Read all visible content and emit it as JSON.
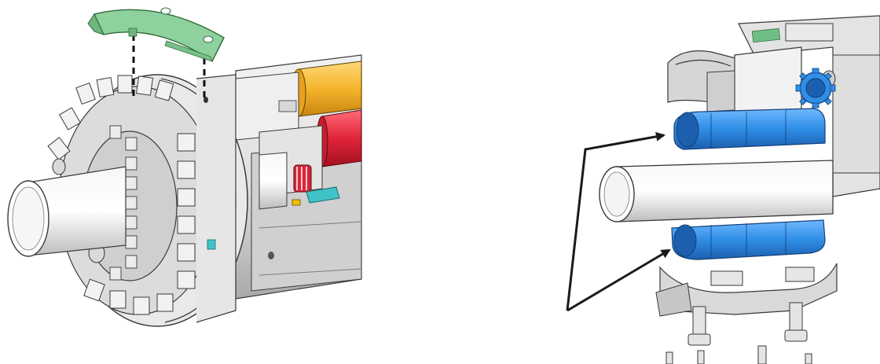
{
  "figure": {
    "panels": [
      {
        "id": "left",
        "parts": [
          "green-bearing-cap",
          "gear-ring",
          "main-shaft",
          "motor-housing",
          "yellow-cylinder",
          "red-cylinder",
          "red-small-gear",
          "teal-bracket",
          "dashed-guide-lines"
        ]
      },
      {
        "id": "right",
        "parts": [
          "upper-blue-bushing",
          "lower-blue-bushing",
          "shaft",
          "pillow-block-base",
          "upper-clamp-bracket",
          "blue-sprocket",
          "mounting-bolts",
          "green-coupler",
          "callout-arrows"
        ]
      }
    ],
    "colors": {
      "green_cap": "#8fd19e",
      "blue_bushing": "#2f8ee6",
      "yellow": "#f4b52a",
      "red": "#e0243a",
      "teal": "#3fc2c8",
      "metal_light": "#e6e6e6",
      "metal_mid": "#c9c9c9",
      "metal_dark": "#8a8a8a",
      "outline": "#3a3a3a"
    }
  }
}
